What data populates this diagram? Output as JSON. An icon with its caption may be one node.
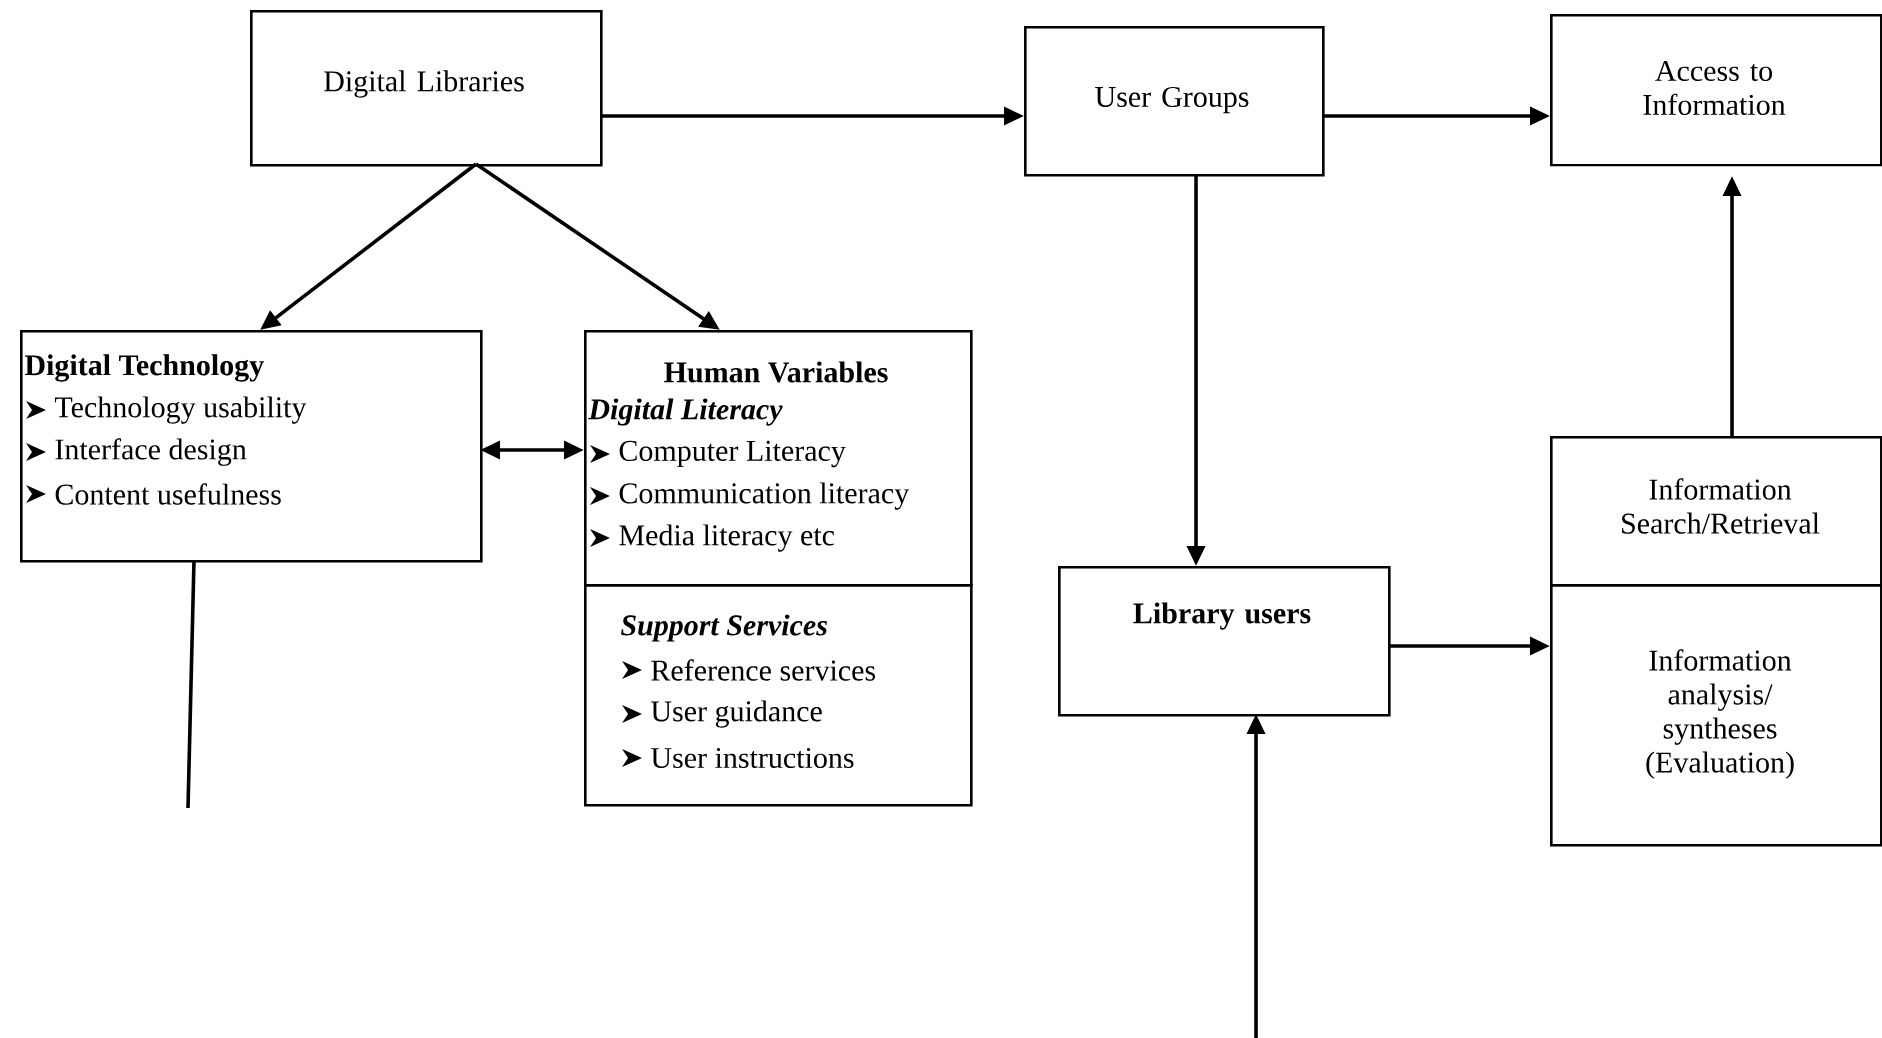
{
  "diagram": {
    "nodes": [
      {
        "text": [
          "Digital Libraries"
        ]
      },
      {
        "text": [
          "Digital Technology",
          "Technology usability",
          "Interface design",
          "Content usefulness"
        ]
      },
      {
        "text": [
          "Human Variables",
          "Digital Literacy",
          "Computer Literacy",
          "Communication literacy",
          "Media literacy etc"
        ]
      },
      {
        "text": [
          "Support Services",
          "Reference services",
          "User guidance",
          "User instructions"
        ]
      },
      {
        "text": [
          "User Groups"
        ]
      },
      {
        "text": [
          "Access to Information"
        ]
      },
      {
        "text": [
          "Information Search/Retrieval"
        ]
      },
      {
        "text": [
          "Library users"
        ]
      },
      {
        "text": [
          "Information analysis/ syntheses (Evaluation)"
        ]
      }
    ],
    "edges": [
      {
        "from": 0,
        "to": 1,
        "arrow": "to"
      },
      {
        "from": 0,
        "to": 2,
        "arrow": "to"
      },
      {
        "from": 0,
        "to": 4,
        "arrow": "to"
      },
      {
        "from": 1,
        "to": 2,
        "arrow": "both"
      },
      {
        "from": 4,
        "to": 5,
        "arrow": "to"
      },
      {
        "from": 4,
        "to": 7,
        "arrow": "to"
      },
      {
        "from": 7,
        "to": 8,
        "arrow": "to"
      },
      {
        "from": 6,
        "to": 5,
        "arrow": "to"
      },
      {
        "from": 1,
        "to": null,
        "arrow": "none"
      },
      {
        "from": null,
        "to": 7,
        "arrow": "to"
      }
    ]
  }
}
